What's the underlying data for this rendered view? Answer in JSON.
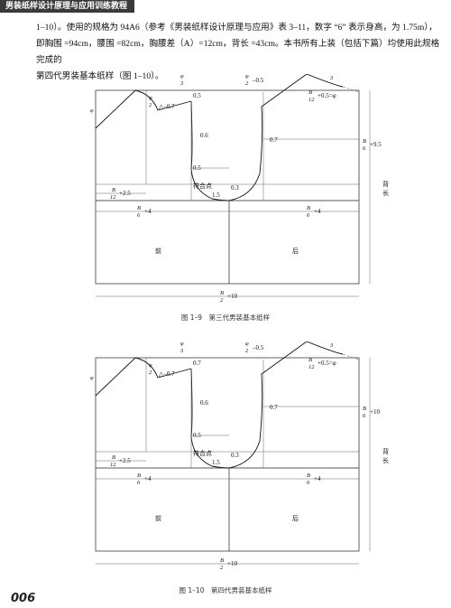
{
  "header": {
    "title": "男装纸样设计原理与应用训练教程"
  },
  "intro": {
    "line1": "1–10）。使用的规格为 94A6（参考《男装纸样设计原理与应用》表 3–11，数字 “6” 表示身高，为 1.75m），",
    "line2": "即胸围 =94cm，腰围 =82cm，胸腰差（A）=12cm，背长 =43cm。本书所有上装（包括下篇）均使用此规格完成的",
    "line3": "第四代男装基本纸样（图 1–10）。"
  },
  "figures": [
    {
      "caption": "图 1–9　第三代男装基本纸样",
      "labels": {
        "phi": "φ",
        "frac_phi_3": {
          "num": "φ",
          "den": "3"
        },
        "frac_phi_2": {
          "num": "φ",
          "den": "2"
        },
        "minus_07": "△–0.7",
        "phi2_minus05": "–0.5",
        "b12_plus05": "+0.5=φ",
        "b12_num": "B",
        "b12_den": "12",
        "d05a": "0.5",
        "d06": "0.6",
        "d05b": "0.5",
        "d15": "1.5",
        "d03": "0.3",
        "d07": "0.7",
        "notch": "符合点",
        "b12_plus25": "+2.5",
        "b6_plus4_front": "+4",
        "b6_plus4_back": "+4",
        "b6_plus_95": "+9.5",
        "b2_plus10": "+10",
        "front": "前",
        "back": "后",
        "back_length": "背长"
      }
    },
    {
      "caption": "图 1–10　第四代男装基本纸样",
      "labels": {
        "phi": "φ",
        "frac_phi_3": {
          "num": "φ",
          "den": "3"
        },
        "frac_phi_2": {
          "num": "φ",
          "den": "2"
        },
        "minus_07": "△–0.7",
        "phi2_minus05": "–0.5",
        "b12_plus05": "+0.5=φ",
        "b12_num": "B",
        "b12_den": "12",
        "d05a": "0.7",
        "d06": "0.6",
        "d05b": "0.5",
        "d15": "1.5",
        "d03": "0.3",
        "d07": "0.7",
        "notch": "符合点",
        "b12_plus25": "+2.5",
        "b6_plus4_front": "+4",
        "b6_plus4_back": "+4",
        "b6_plus_95": "+10",
        "b2_plus10": "+10",
        "front": "前",
        "back": "后",
        "back_length": "背长"
      }
    }
  ],
  "fraction_parts": {
    "B": "B",
    "two": "2",
    "six": "6",
    "three": "3",
    "twelve": "12",
    "phi": "φ"
  },
  "page_number": "006"
}
